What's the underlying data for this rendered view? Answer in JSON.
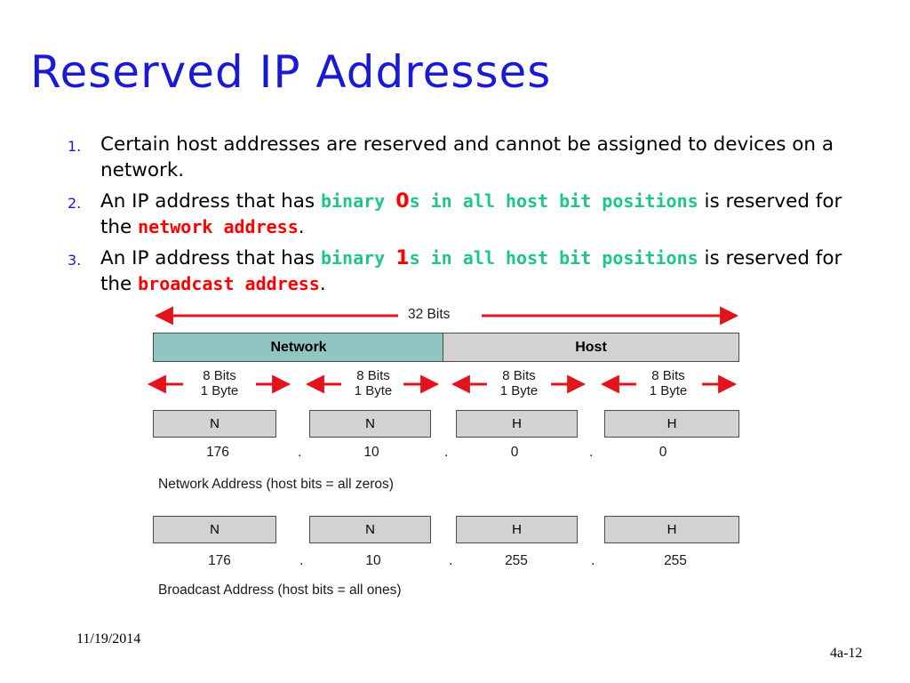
{
  "title": "Reserved IP Addresses",
  "bullets": [
    {
      "num": "1.",
      "text": "Certain host addresses are reserved and cannot be assigned to devices on a network."
    },
    {
      "num": "2.",
      "pre": "An IP address that has ",
      "hl_a": "binary ",
      "hl_digit": "0",
      "hl_b": "s in all host bit positions",
      "mid": " is reserved for the ",
      "red": "network address",
      "post": "."
    },
    {
      "num": "3.",
      "pre": "An IP address that has ",
      "hl_a": "binary ",
      "hl_digit": "1",
      "hl_b": "s in all host bit positions",
      "mid": " is reserved for the ",
      "red": "broadcast address",
      "post": "."
    }
  ],
  "diagram": {
    "total_bits": "32 Bits",
    "network_label": "Network",
    "host_label": "Host",
    "byte_bits": "8 Bits",
    "byte_bytes": "1 Byte",
    "seg_labels": [
      "N",
      "N",
      "H",
      "H"
    ],
    "network_values": [
      "176",
      "10",
      "0",
      "0"
    ],
    "network_caption": "Network Address (host bits = all zeros)",
    "broadcast_values": [
      "176",
      "10",
      "255",
      "255"
    ],
    "broadcast_caption": "Broadcast Address (host bits = all ones)",
    "dot": ".",
    "colors": {
      "network": "#8fc6c4",
      "host": "#d2d2d2",
      "arrow": "#e3121b"
    }
  },
  "footer": {
    "date": "11/19/2014",
    "page": "4a-12"
  }
}
